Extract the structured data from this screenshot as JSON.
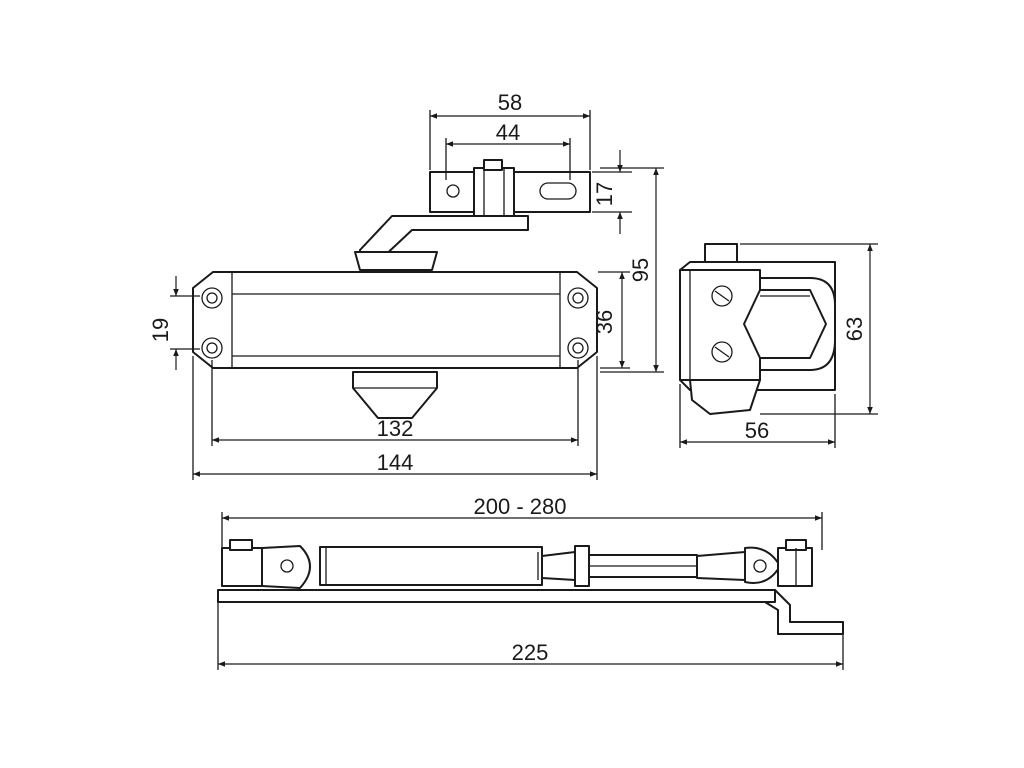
{
  "drawing": {
    "dimensions": {
      "bracket_width": "58",
      "bracket_hole_spacing": "44",
      "bracket_height": "17",
      "total_height": "95",
      "body_height": "36",
      "mount_hole_spacing": "19",
      "hole_distance": "132",
      "body_length": "144",
      "side_height": "63",
      "side_width": "56",
      "arm_reach": "200 - 280",
      "arm_length": "225"
    }
  }
}
